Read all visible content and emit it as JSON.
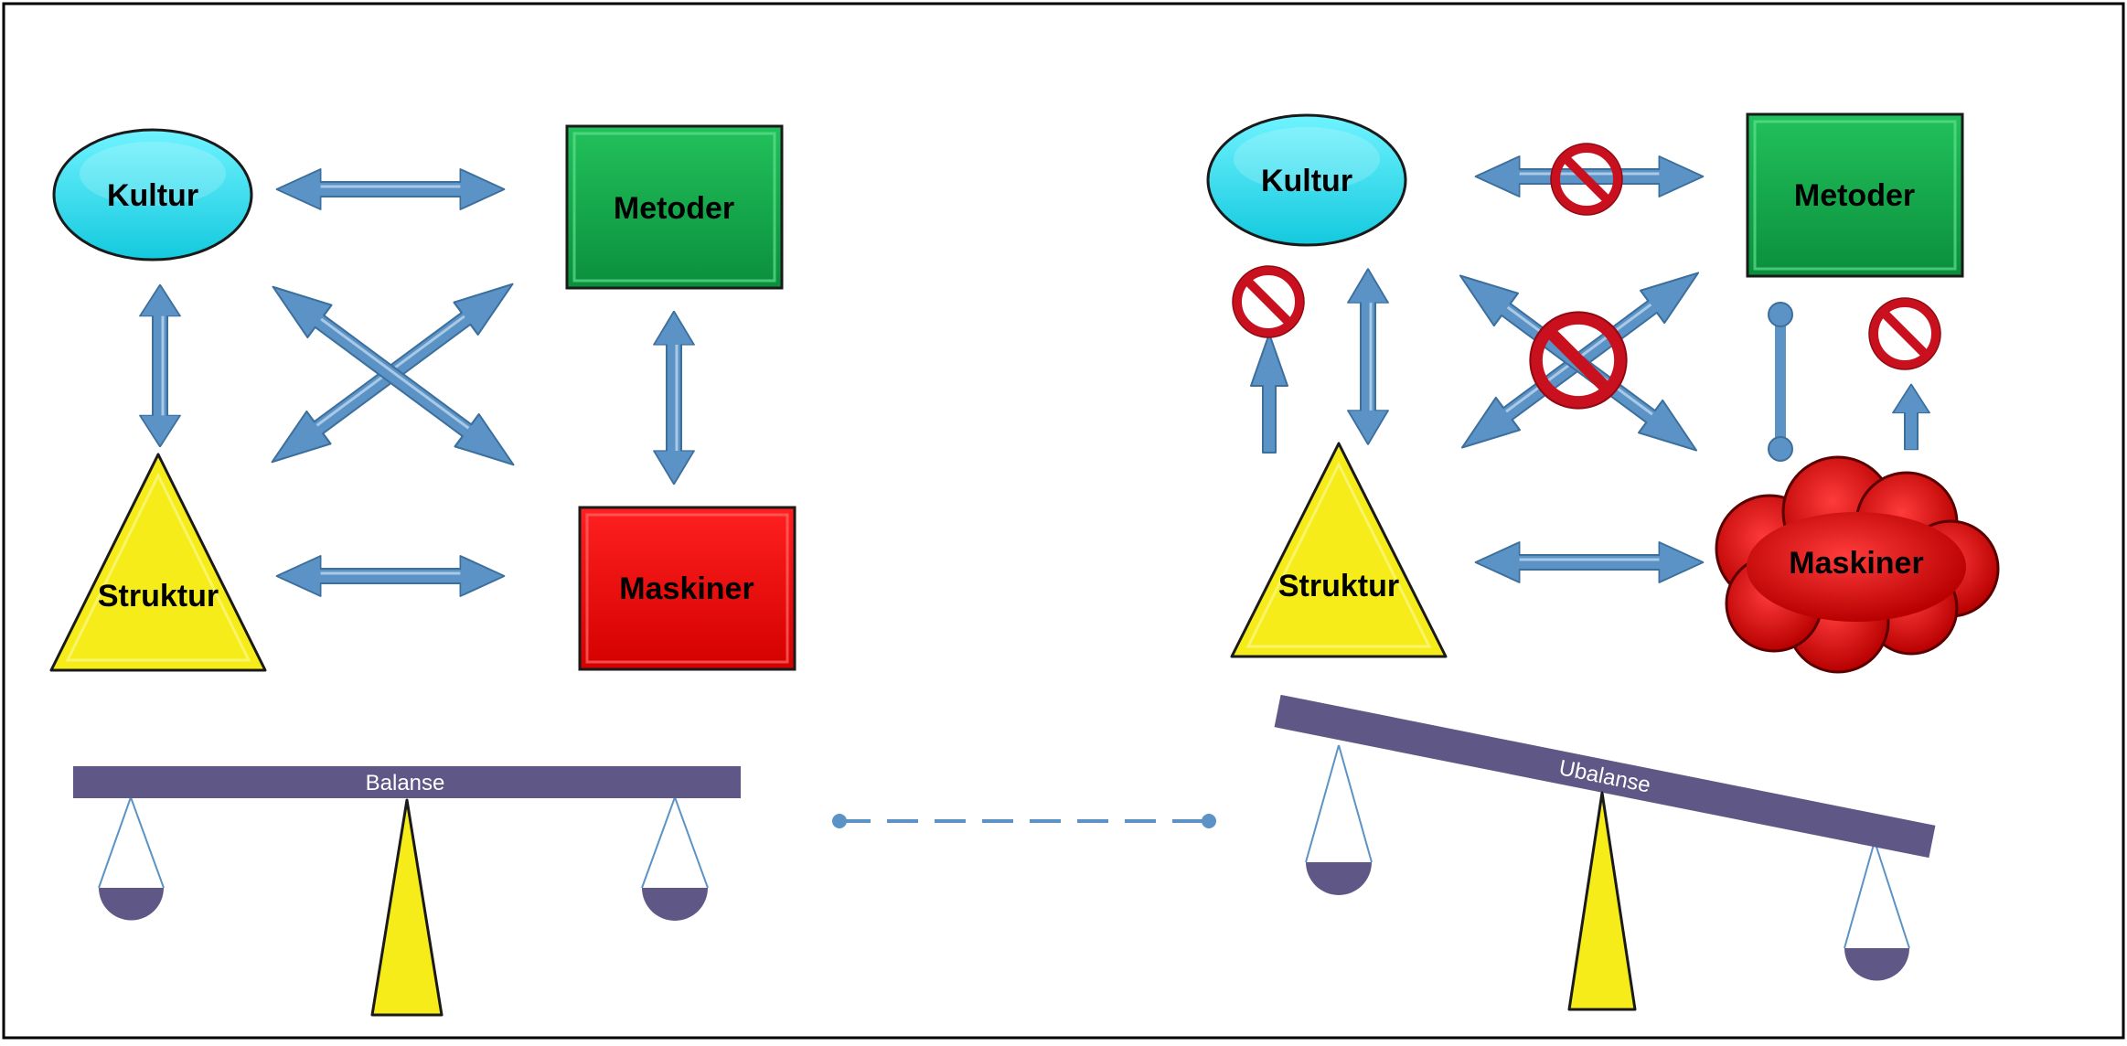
{
  "nodes": {
    "kultur": "Kultur",
    "metoder": "Metoder",
    "struktur": "Struktur",
    "maskiner": "Maskiner"
  },
  "scales": {
    "balanced_label": "Balanse",
    "unbalanced_label": "Ubalanse"
  },
  "colors": {
    "kultur": "#28e0f0",
    "metoder": "#11a84a",
    "struktur": "#f5ec1a",
    "maskiner": "#e70808",
    "arrow": "#5b93c6",
    "beam": "#5f5785",
    "forbidden": "#c8101e"
  },
  "icons": [
    "double-arrow-icon",
    "no-entry-icon",
    "dumbbell-connector-icon",
    "scale-pan-icon",
    "cloud-icon",
    "fulcrum-icon"
  ]
}
